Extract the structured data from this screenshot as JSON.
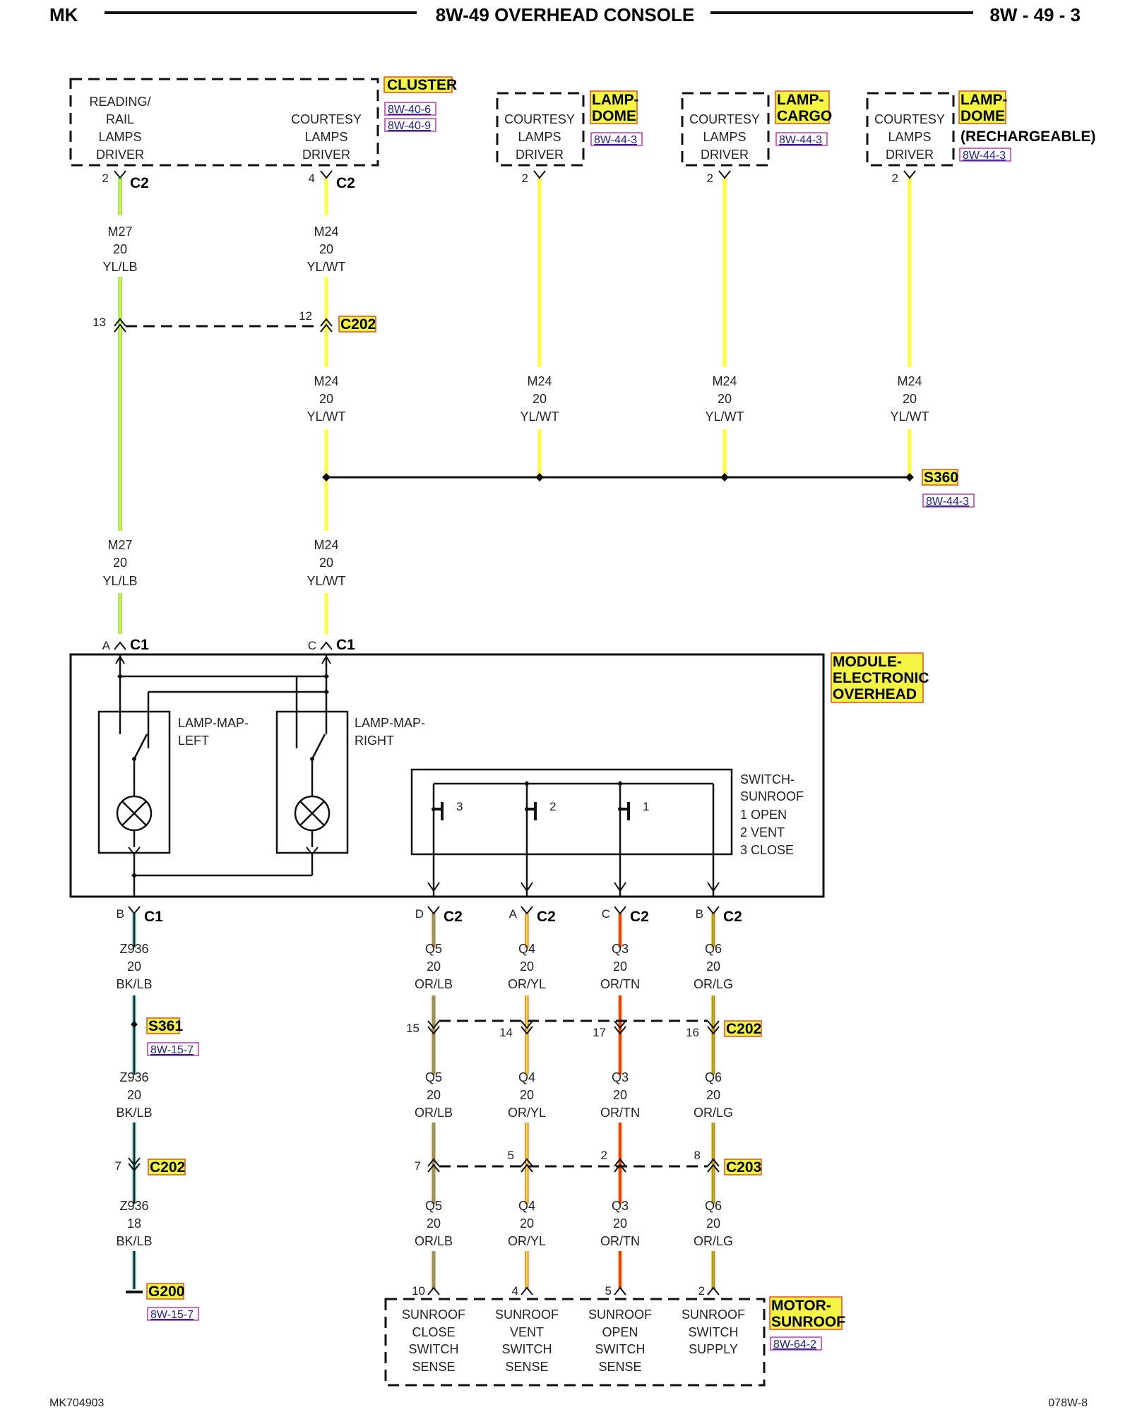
{
  "header": {
    "left": "MK",
    "title": "8W-49 OVERHEAD CONSOLE",
    "right": "8W - 49 - 3"
  },
  "footer": {
    "left": "MK704903",
    "right": "078W-8"
  },
  "colors": {
    "yellow": "#ffff33",
    "green": "#66dd33",
    "orange": "#ff6a00",
    "red": "#e83010",
    "cyan": "#33bbbb",
    "black": "#111111",
    "highlight": "#f3f542",
    "ref_border": "#b43cb4",
    "tag_border": "#e05020"
  },
  "components": {
    "cluster": {
      "name": "CLUSTER",
      "refs": [
        "8W-40-6",
        "8W-40-9"
      ],
      "left_lines": [
        "READING/",
        "RAIL",
        "LAMPS",
        "DRIVER"
      ],
      "right_lines": [
        "COURTESY",
        "LAMPS",
        "DRIVER"
      ]
    },
    "dome": {
      "name_lines": [
        "LAMP-",
        "DOME"
      ],
      "ref": "8W-44-3",
      "lines": [
        "COURTESY",
        "LAMPS",
        "DRIVER"
      ]
    },
    "cargo": {
      "name_lines": [
        "LAMP-",
        "CARGO"
      ],
      "ref": "8W-44-3",
      "lines": [
        "COURTESY",
        "LAMPS",
        "DRIVER"
      ]
    },
    "dome_recharge": {
      "name_lines": [
        "LAMP-",
        "DOME",
        "(RECHARGEABLE)"
      ],
      "ref": "8W-44-3",
      "lines": [
        "COURTESY",
        "LAMPS",
        "DRIVER"
      ]
    },
    "module": {
      "name_lines": [
        "MODULE-",
        "ELECTRONIC",
        "OVERHEAD"
      ],
      "lamp_left": [
        "LAMP-MAP-",
        "LEFT"
      ],
      "lamp_right": [
        "LAMP-MAP-",
        "RIGHT"
      ],
      "switch_lines": [
        "SWITCH-",
        "SUNROOF",
        "1 OPEN",
        "2 VENT",
        "3 CLOSE"
      ],
      "switch_nums": [
        "3",
        "2",
        "1"
      ]
    },
    "motor": {
      "name_lines": [
        "MOTOR-",
        "SUNROOF"
      ],
      "ref": "8W-64-2",
      "labels": [
        [
          "SUNROOF",
          "CLOSE",
          "SWITCH",
          "SENSE"
        ],
        [
          "SUNROOF",
          "VENT",
          "SWITCH",
          "SENSE"
        ],
        [
          "SUNROOF",
          "OPEN",
          "SWITCH",
          "SENSE"
        ],
        [
          "SUNROOF",
          "SWITCH",
          "SUPPLY"
        ]
      ],
      "pins": [
        "10",
        "4",
        "5",
        "2"
      ]
    }
  },
  "connectors": {
    "c2": "C2",
    "c1": "C1",
    "c202": "C202",
    "c203": "C203"
  },
  "pins": {
    "p2": "2",
    "p4": "4",
    "p13": "13",
    "p12": "12",
    "pA": "A",
    "pC": "C",
    "pB": "B",
    "pD": "D",
    "p15": "15",
    "p14": "14",
    "p17": "17",
    "p16": "16",
    "p7": "7",
    "p5": "5",
    "p8": "8",
    "p10": "10"
  },
  "splices": {
    "s360": {
      "name": "S360",
      "ref": "8W-44-3"
    },
    "s361": {
      "name": "S361",
      "ref": "8W-15-7"
    },
    "g200": {
      "name": "G200",
      "ref": "8W-15-7"
    }
  },
  "wires": {
    "m27": [
      "M27",
      "20",
      "YL/LB"
    ],
    "m24": [
      "M24",
      "20",
      "YL/WT"
    ],
    "z936": [
      "Z936",
      "20",
      "BK/LB"
    ],
    "z936_18": [
      "Z936",
      "18",
      "BK/LB"
    ],
    "q5": [
      "Q5",
      "20",
      "OR/LB"
    ],
    "q4": [
      "Q4",
      "20",
      "OR/YL"
    ],
    "q3": [
      "Q3",
      "20",
      "OR/TN"
    ],
    "q6": [
      "Q6",
      "20",
      "OR/LG"
    ]
  }
}
